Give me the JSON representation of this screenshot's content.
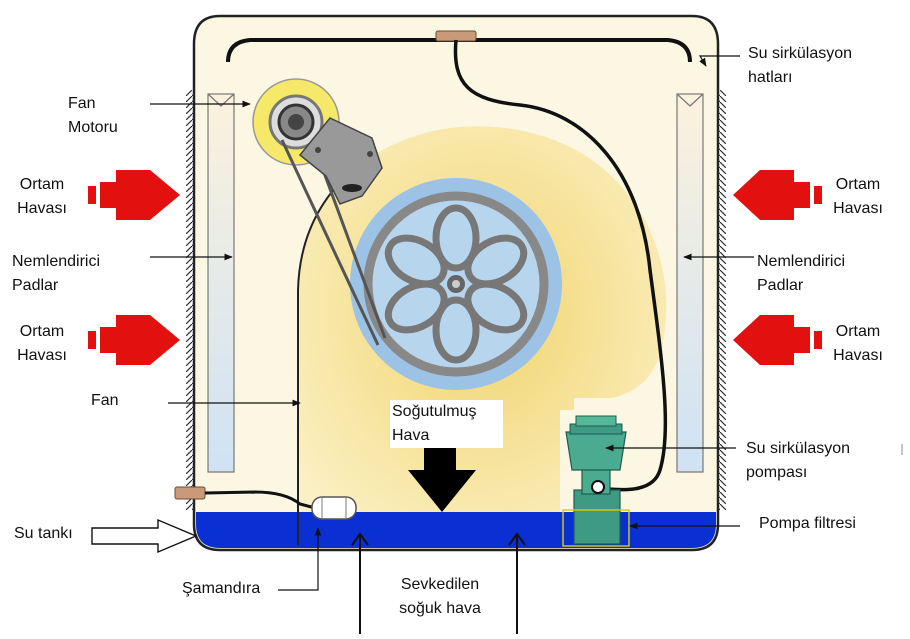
{
  "colors": {
    "cabinet_fill": "#fbf7e2",
    "blower_fill": "#f3dc8a",
    "wheel_ring": "#9cc2e6",
    "wheel_fill": "#b8d5ee",
    "water": "#0a2fd2",
    "air_arrow": "#e31010",
    "pump": "#3e9a83",
    "wall_hatch": "#333333"
  },
  "labels": {
    "fan_motor": [
      "Fan",
      "Motoru"
    ],
    "ambient_air_left_top": [
      "Ortam",
      "Havası"
    ],
    "pads_left": [
      "Nemlendirici",
      "Padlar"
    ],
    "ambient_air_left_bottom": [
      "Ortam",
      "Havası"
    ],
    "fan": "Fan",
    "water_tank": "Su tankı",
    "float": "Şamandıra",
    "conveyed_air": [
      "Sevkedilen",
      "soğuk hava"
    ],
    "cooled_air": [
      "Soğutulmuş",
      "Hava"
    ],
    "circulation_lines": [
      "Su sirkülasyon",
      "hatları"
    ],
    "ambient_air_right_top": [
      "Ortam",
      "Havası"
    ],
    "pads_right": [
      "Nemlendirici",
      "Padlar"
    ],
    "ambient_air_right_bottom": [
      "Ortam",
      "Havası"
    ],
    "circulation_pump": [
      "Su sirkülasyon",
      "pompası"
    ],
    "pump_filter": "Pompa filtresi"
  }
}
